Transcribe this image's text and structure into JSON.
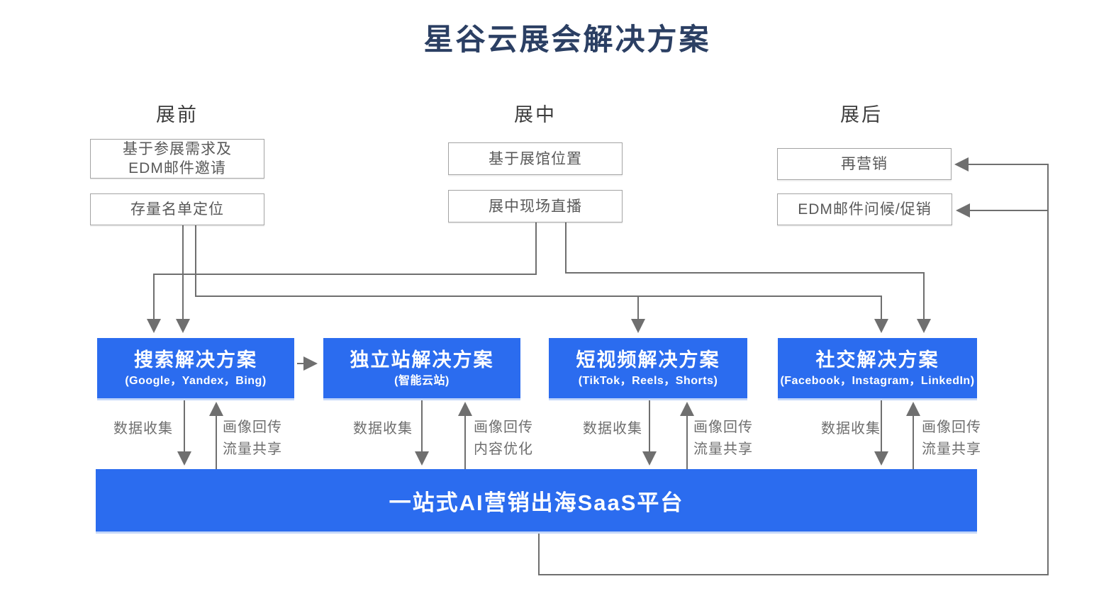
{
  "title": "星谷云展会解决方案",
  "phases": [
    "展前",
    "展中",
    "展后"
  ],
  "top_boxes": {
    "pre1_line1": "基于参展需求及",
    "pre1_line2": "EDM邮件邀请",
    "pre2": "存量名单定位",
    "mid1": "基于展馆位置",
    "mid2": "展中现场直播",
    "post1": "再营销",
    "post2": "EDM邮件问候/促销"
  },
  "solutions": [
    {
      "title": "搜索解决方案",
      "subtitle": "(Google，Yandex，Bing)"
    },
    {
      "title": "独立站解决方案",
      "subtitle": "(智能云站)"
    },
    {
      "title": "短视频解决方案",
      "subtitle": "(TikTok，Reels，Shorts)"
    },
    {
      "title": "社交解决方案",
      "subtitle": "(Facebook，Instagram，LinkedIn)"
    }
  ],
  "platform_bar": "一站式AI营销出海SaaS平台",
  "flow_labels": {
    "collect": "数据收集",
    "return_line1": "画像回传",
    "share_line2": "流量共享",
    "optimize_line2": "内容优化"
  },
  "colors": {
    "accent_blue": "#2b6cef",
    "title_navy": "#2b3f63",
    "wire_gray": "#6f6f6f"
  }
}
